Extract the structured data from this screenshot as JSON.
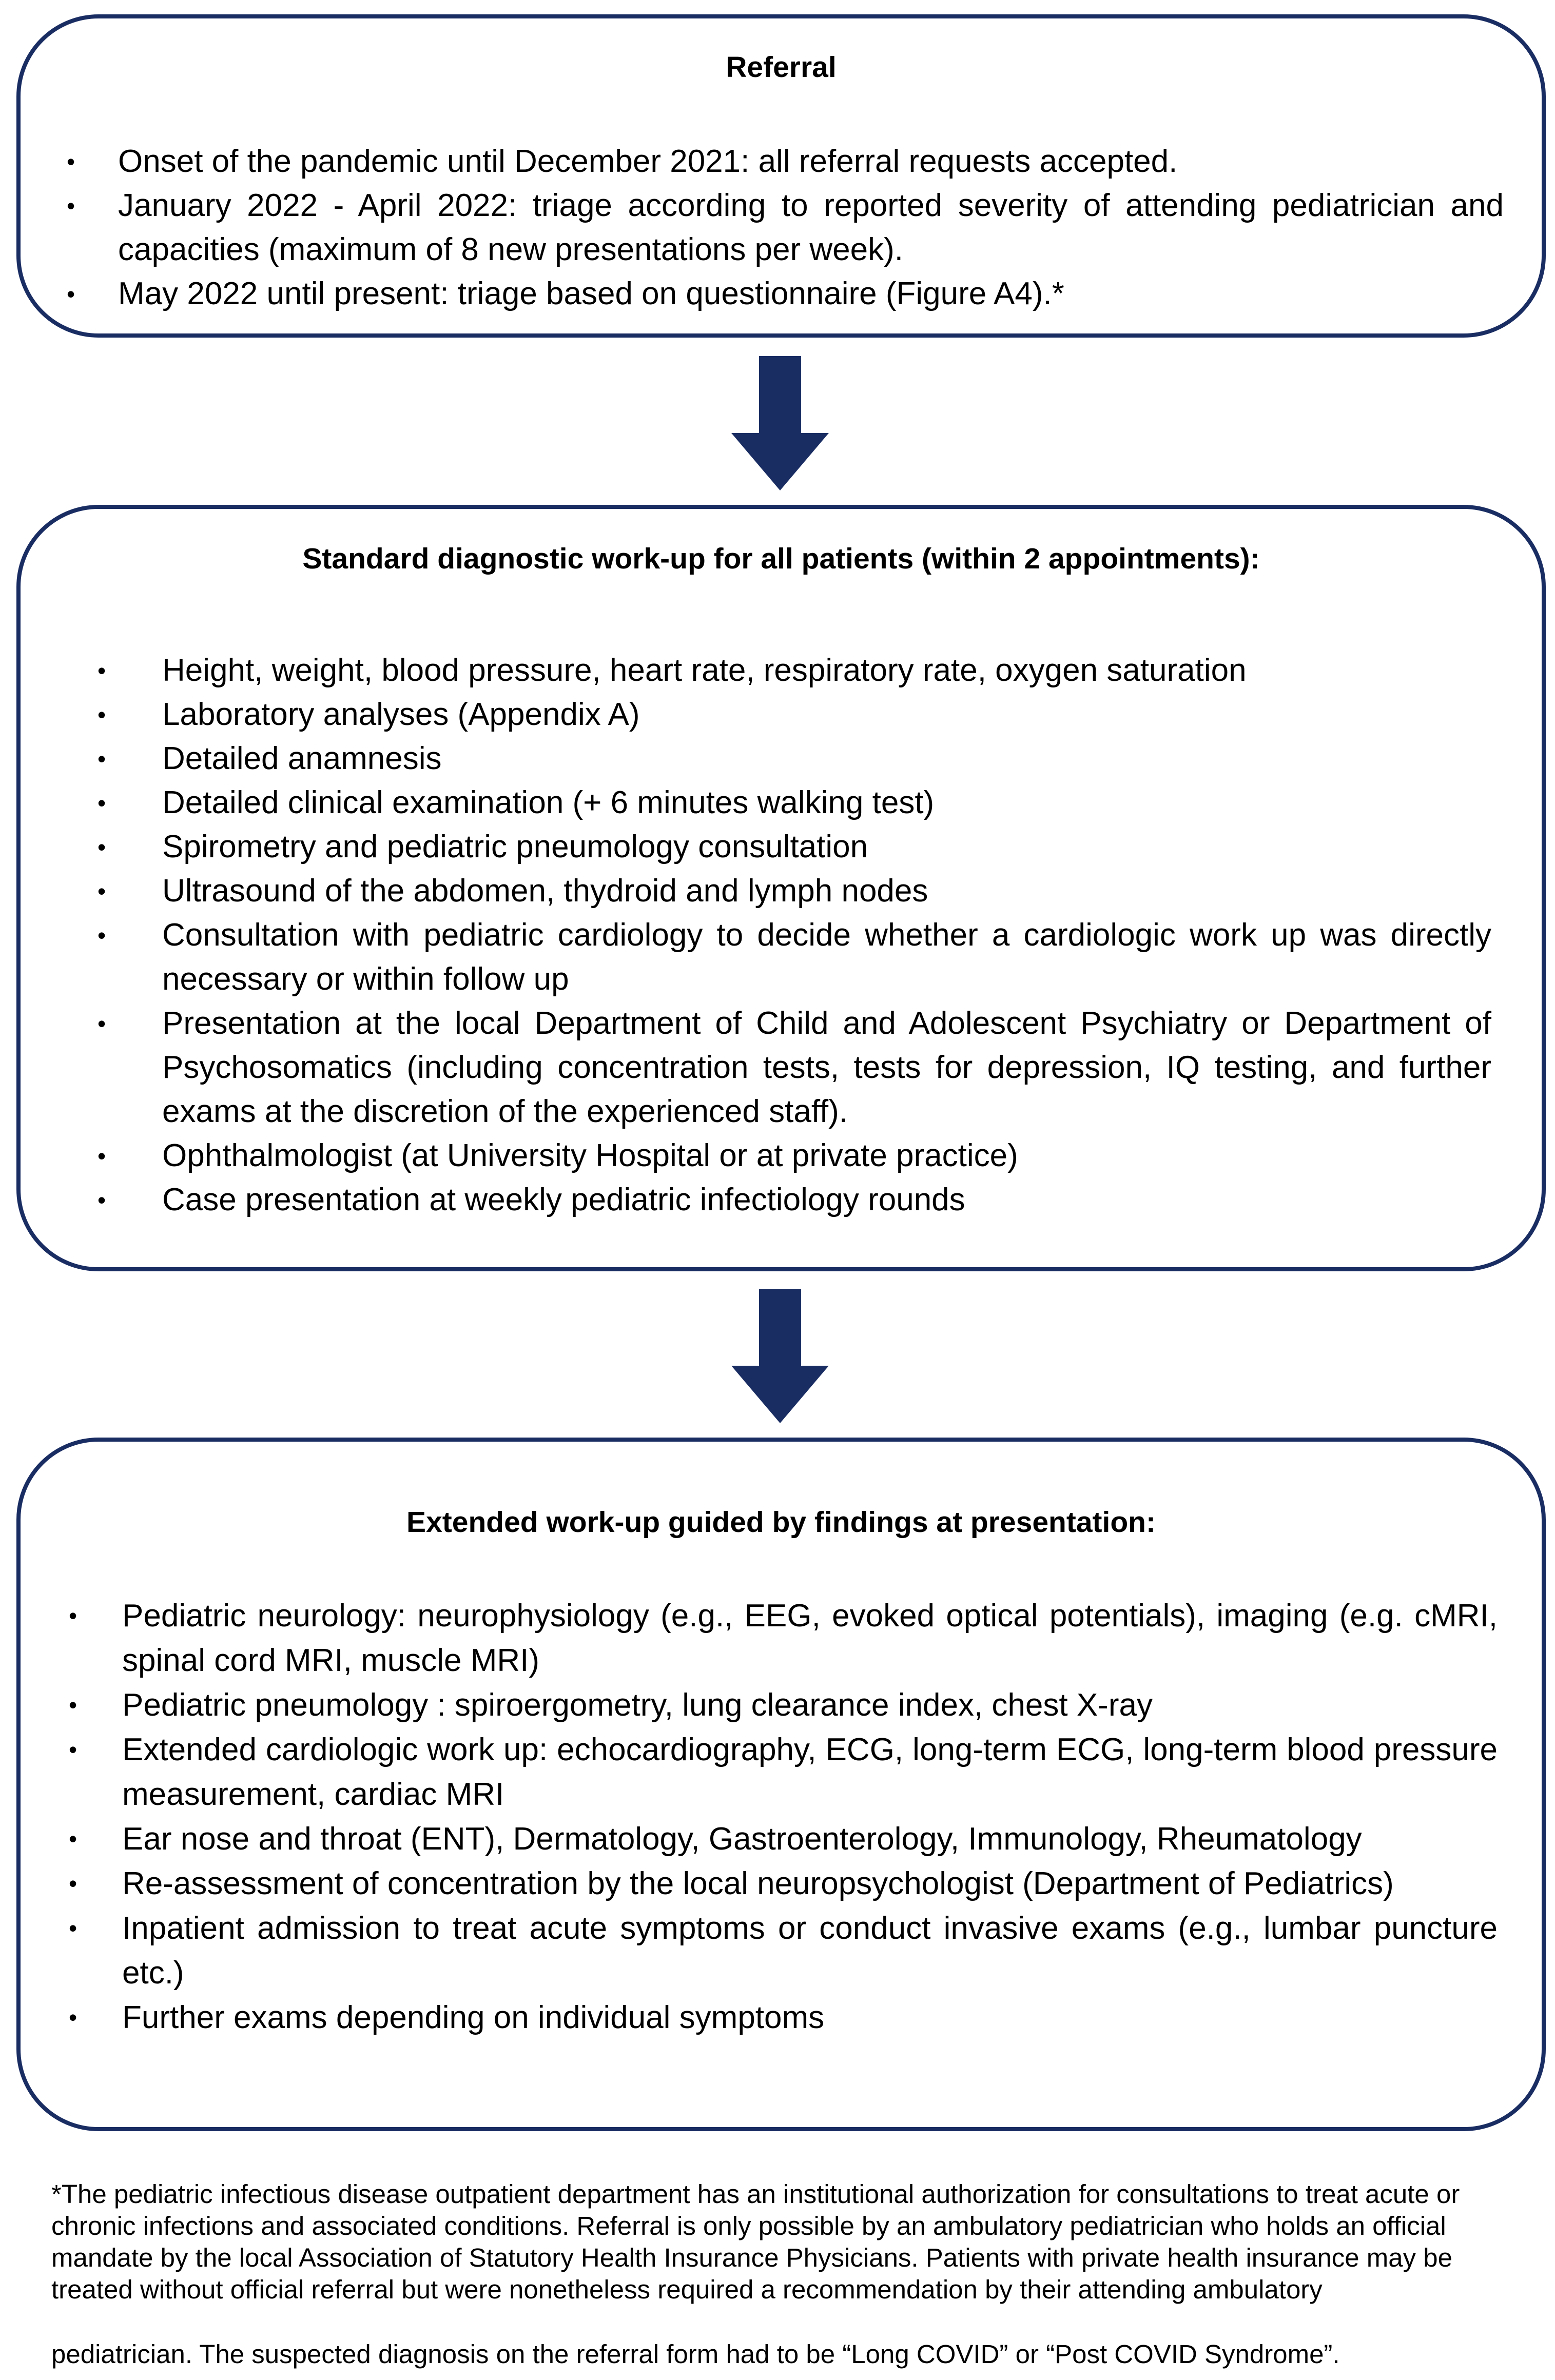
{
  "referral": {
    "title": "Referral",
    "items": [
      "Onset of the pandemic until December 2021: all referral requests accepted.",
      "January 2022 - April 2022:  triage according to reported severity of attending pediatrician and capacities (maximum of 8 new presentations per week).",
      "May 2022 until present: triage based on questionnaire (Figure A4).*"
    ]
  },
  "standard": {
    "title": "Standard diagnostic work-up for all patients (within 2 appointments):",
    "items": [
      "Height, weight, blood pressure, heart rate, respiratory rate, oxygen saturation",
      "Laboratory analyses (Appendix A)",
      "Detailed anamnesis",
      "Detailed clinical examination (+ 6 minutes walking test)",
      "Spirometry and pediatric pneumology consultation",
      "Ultrasound of the abdomen, thydroid and lymph nodes",
      "Consultation with pediatric cardiology to decide whether a cardiologic work up was directly necessary or within follow up",
      "Presentation at the local Department of Child and Adolescent Psychiatry or Department of Psychosomatics (including concentration tests, tests for depression, IQ testing, and further exams at the discretion of the experienced staff).",
      "Ophthalmologist (at University Hospital or at private practice)",
      "Case presentation at weekly pediatric infectiology rounds"
    ]
  },
  "extended": {
    "title": "Extended work-up guided by findings at presentation:",
    "items": [
      "Pediatric neurology: neurophysiology (e.g., EEG, evoked optical potentials), imaging (e.g. cMRI, spinal cord MRI, muscle MRI)",
      "Pediatric pneumology : spiroergometry, lung clearance index, chest X-ray",
      "Extended cardiologic work up: echocardiography, ECG, long-term ECG, long-term blood pressure measurement, cardiac MRI",
      "Ear nose and throat (ENT), Dermatology, Gastroenterology, Immunology, Rheumatology",
      "Re-assessment of concentration by the local neuropsychologist (Department of Pediatrics)",
      "Inpatient admission to treat acute symptoms or conduct invasive exams (e.g., lumbar puncture etc.)",
      "Further exams depending on individual symptoms"
    ]
  },
  "footnote": {
    "text": "*The pediatric infectious disease outpatient department has an institutional authorization for consultations to treat acute or chronic infections and associated conditions. Referral is only possible by an ambulatory pediatrician who holds an official mandate by the local Association of Statutory Health Insurance Physicians. Patients with private health  insurance may be treated without official referral but were nonetheless required a recommendation by their attending ambulatory",
    "last_line": "pediatrician. The suspected diagnosis on the referral form had to be “Long COVID” or “Post COVID Syndrome”."
  },
  "style": {
    "border_color": "#1a2d63",
    "arrow_color": "#1a2d63",
    "bullet_glyph": "•"
  }
}
